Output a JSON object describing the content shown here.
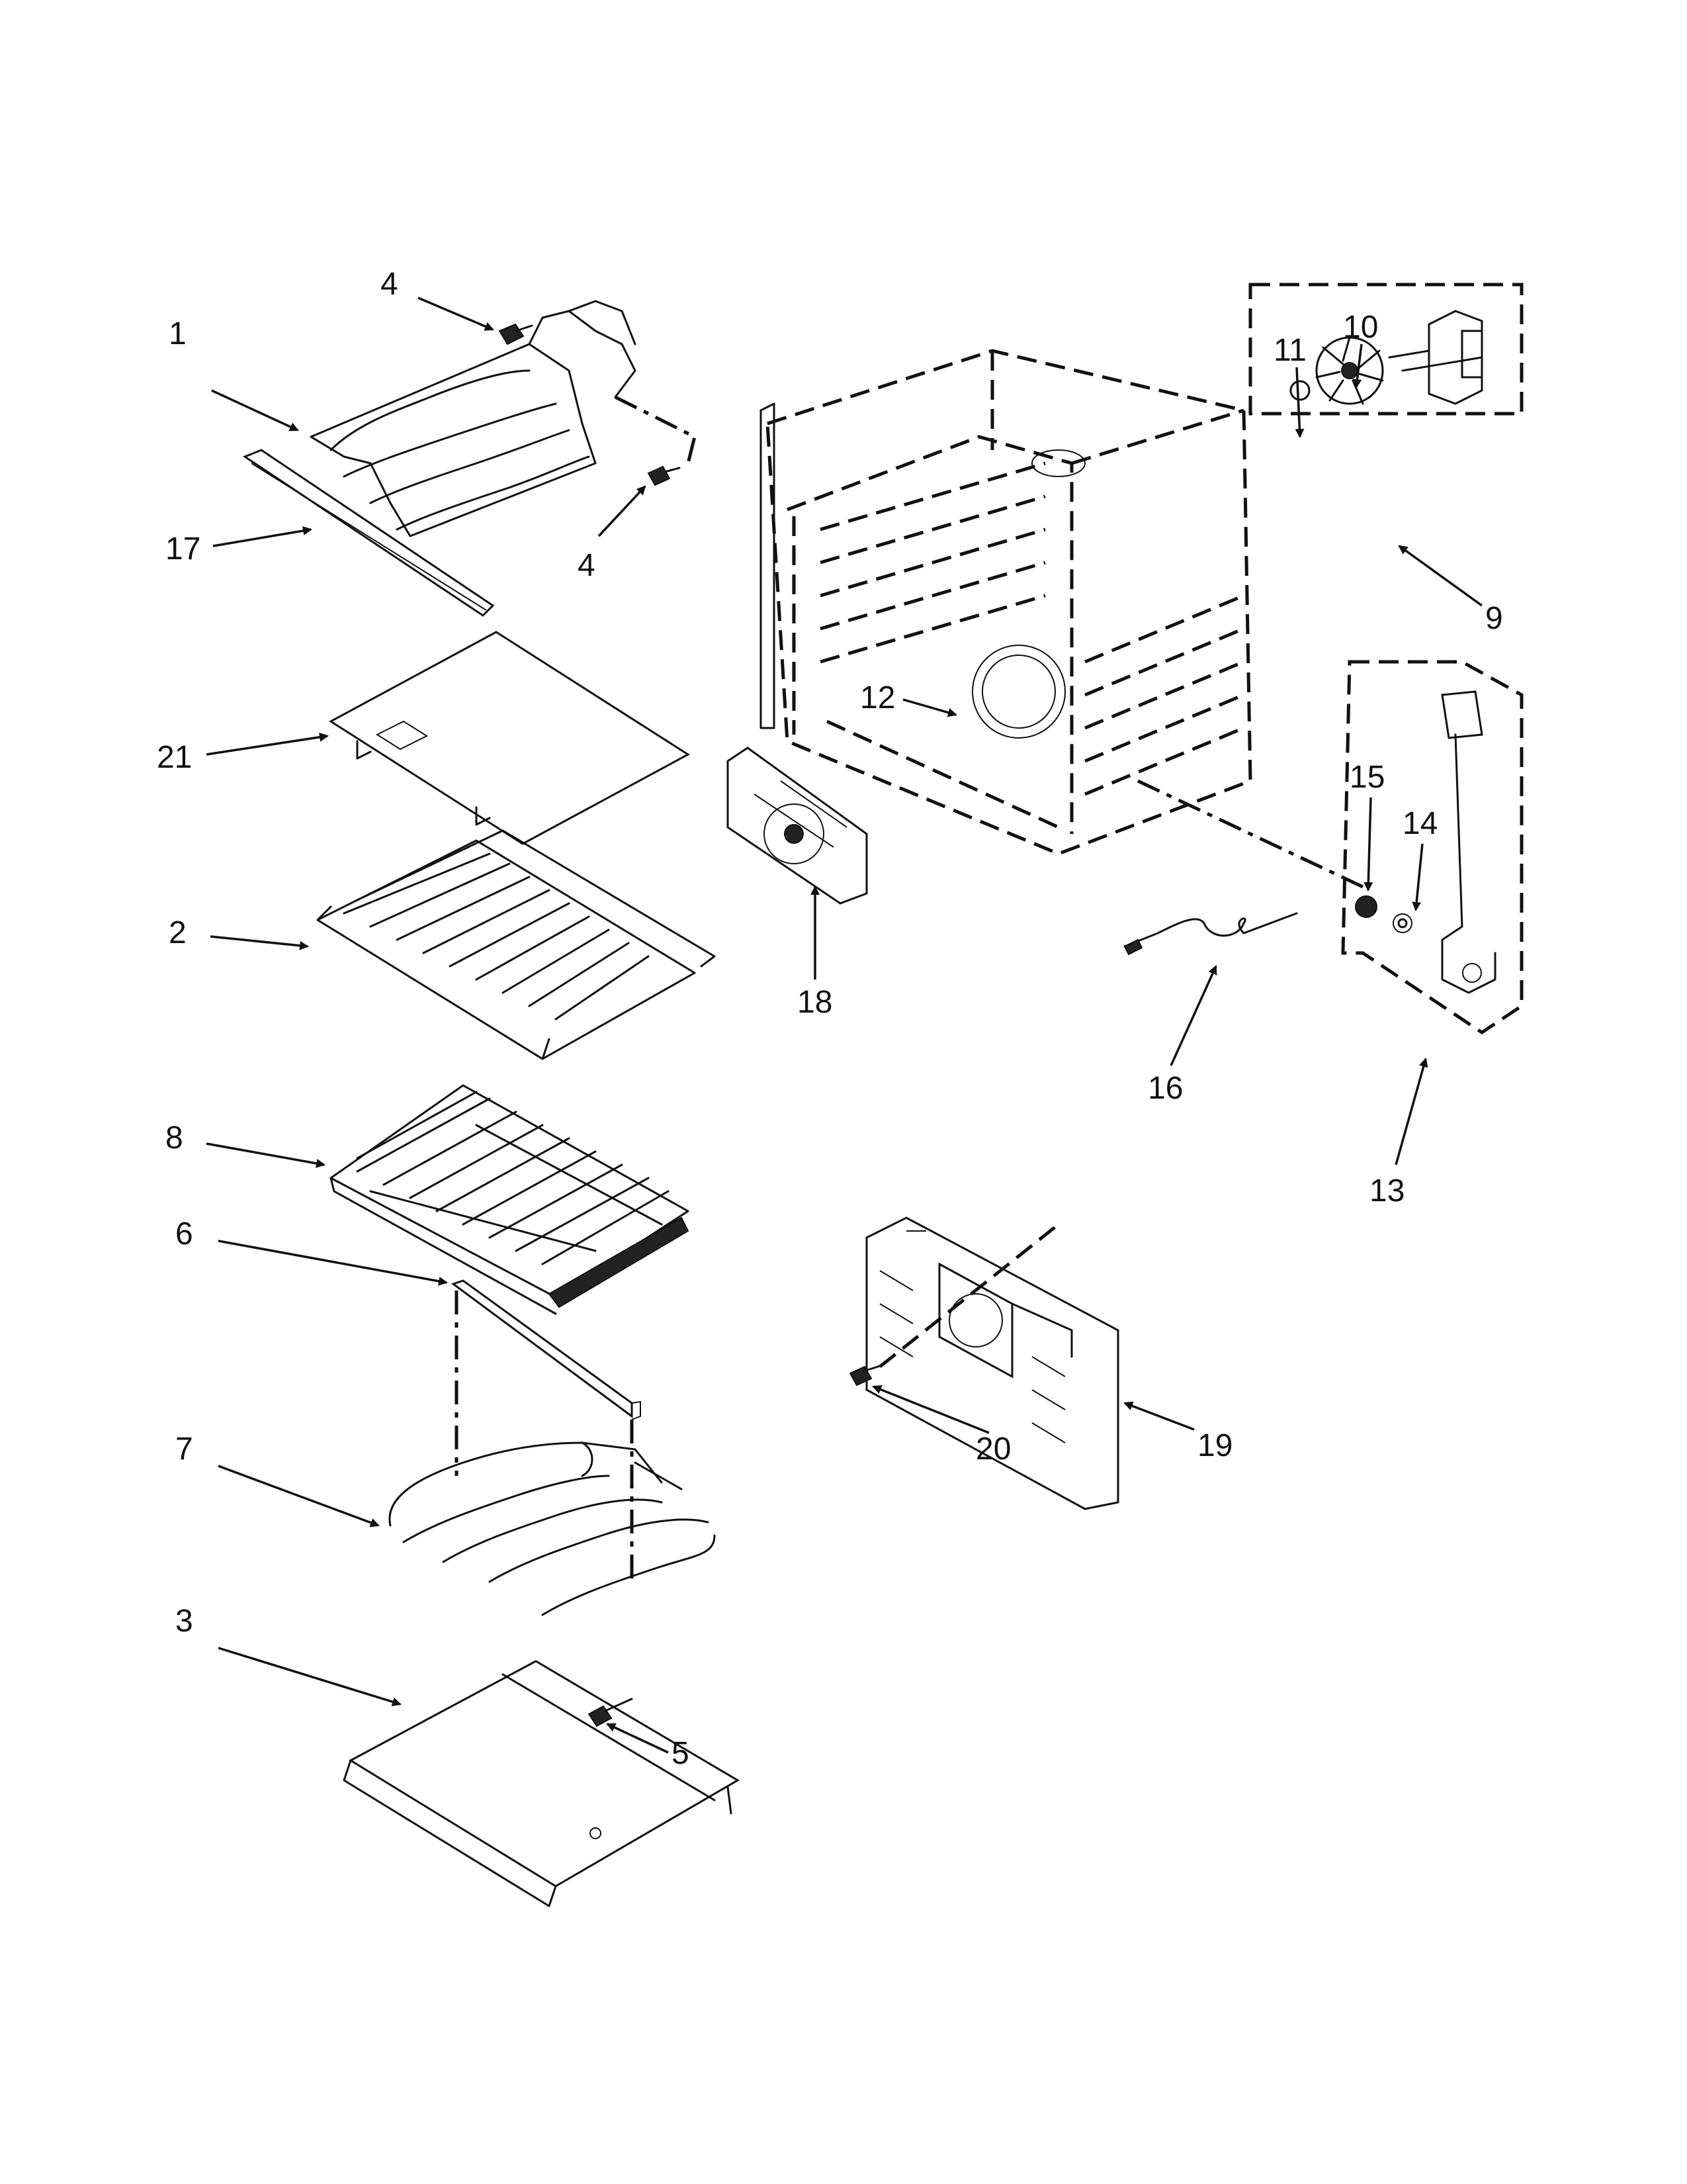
{
  "callouts": [
    {
      "id": "c1",
      "label": "1"
    },
    {
      "id": "c2",
      "label": "2"
    },
    {
      "id": "c3",
      "label": "3"
    },
    {
      "id": "c4a",
      "label": "4"
    },
    {
      "id": "c4b",
      "label": "4"
    },
    {
      "id": "c5",
      "label": "5"
    },
    {
      "id": "c6",
      "label": "6"
    },
    {
      "id": "c7",
      "label": "7"
    },
    {
      "id": "c8",
      "label": "8"
    },
    {
      "id": "c9",
      "label": "9"
    },
    {
      "id": "c10",
      "label": "10"
    },
    {
      "id": "c11",
      "label": "11"
    },
    {
      "id": "c12",
      "label": "12"
    },
    {
      "id": "c13",
      "label": "13"
    },
    {
      "id": "c14",
      "label": "14"
    },
    {
      "id": "c15",
      "label": "15"
    },
    {
      "id": "c16",
      "label": "16"
    },
    {
      "id": "c17",
      "label": "17"
    },
    {
      "id": "c18",
      "label": "18"
    },
    {
      "id": "c19",
      "label": "19"
    },
    {
      "id": "c20",
      "label": "20"
    },
    {
      "id": "c21",
      "label": "21"
    }
  ]
}
